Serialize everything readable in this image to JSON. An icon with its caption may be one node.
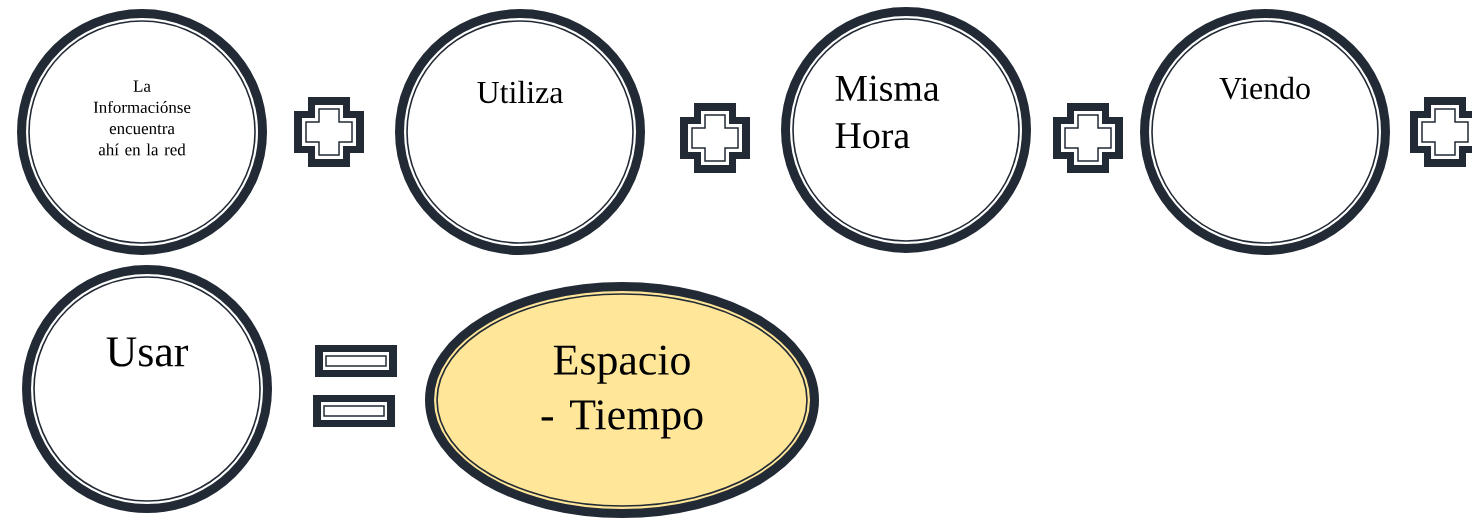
{
  "diagram": {
    "nodes": [
      {
        "text": [
          "La Informaciónse encuentra ahí en la red"
        ]
      },
      {
        "text": [],
        "shape": "plus"
      },
      {
        "text": [
          "Utiliza"
        ]
      },
      {
        "text": [],
        "shape": "plus"
      },
      {
        "text": [
          "Misma Hora"
        ]
      },
      {
        "text": [],
        "shape": "plus"
      },
      {
        "text": [
          "Viendo"
        ]
      },
      {
        "text": [],
        "shape": "plus"
      },
      {
        "text": [
          "Usar"
        ]
      },
      {
        "text": [],
        "shape": "equals"
      },
      {
        "text": [
          "Espacio - Tiempo"
        ]
      }
    ]
  }
}
